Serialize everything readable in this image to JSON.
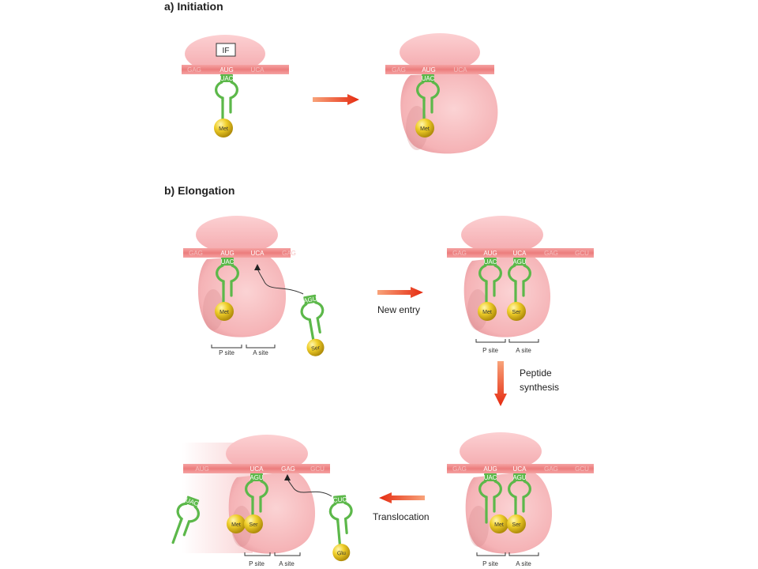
{
  "sections": {
    "initiation": "a) Initiation",
    "elongation": "b) Elongation"
  },
  "factor_label": "IF",
  "codons": {
    "gag": "GAG",
    "aug": "AUG",
    "uca": "UCA",
    "gcu": "GCU"
  },
  "anticodons": {
    "uac": "UAC",
    "agu": "AGU",
    "cuc": "CUC"
  },
  "amino_acids": {
    "met": "Met",
    "ser": "Ser",
    "glu": "Glu"
  },
  "sites": {
    "p": "P site",
    "a": "A site"
  },
  "steps": {
    "new_entry": "New entry",
    "peptide_1": "Peptide",
    "peptide_2": "synthesis",
    "translocation": "Translocation"
  },
  "colors": {
    "ribosome": "#f7b6b8",
    "mrna": "#f08585",
    "trna": "#5cb84a",
    "amino_acid": "#e8c21e",
    "arrow": "#e8341c"
  }
}
